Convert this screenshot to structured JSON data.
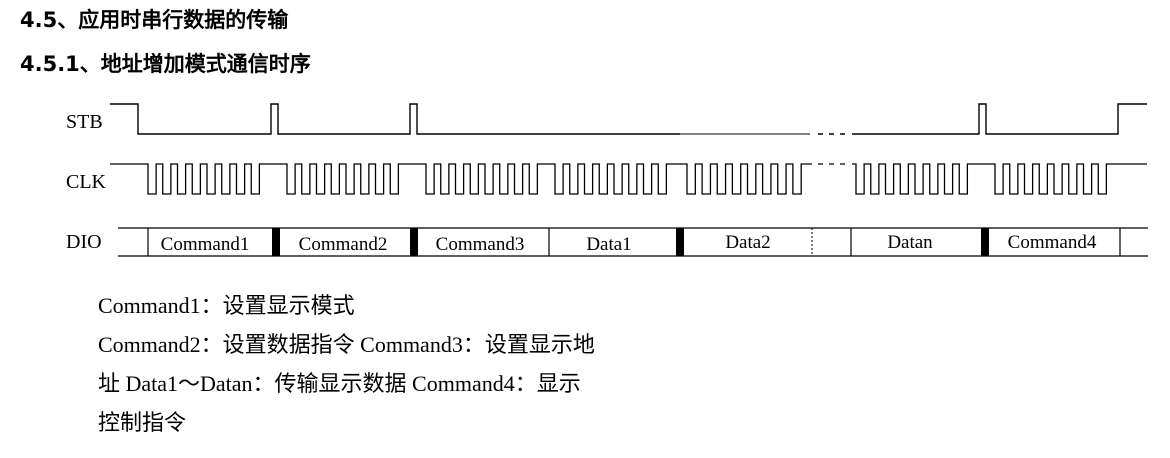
{
  "section_heading": "4.5、应用时串行数据的传输",
  "subsection_heading": "4.5.1、地址增加模式通信时序",
  "timing_diagram": {
    "signals": [
      {
        "label": "STB"
      },
      {
        "label": "CLK"
      },
      {
        "label": "DIO"
      }
    ],
    "dio_segments": [
      {
        "label": "Command1"
      },
      {
        "label": "Command2"
      },
      {
        "label": "Command3"
      },
      {
        "label": "Data1"
      },
      {
        "label": "Data2"
      },
      {
        "label": ""
      },
      {
        "label": "Datan"
      },
      {
        "label": "Command4"
      },
      {
        "label": ""
      }
    ]
  },
  "description_lines": [
    "Command1：设置显示模式",
    "Command2：设置数据指令  Command3：设置显示地",
    "址  Data1～Datan：传输显示数据  Command4：显示",
    "控制指令"
  ]
}
